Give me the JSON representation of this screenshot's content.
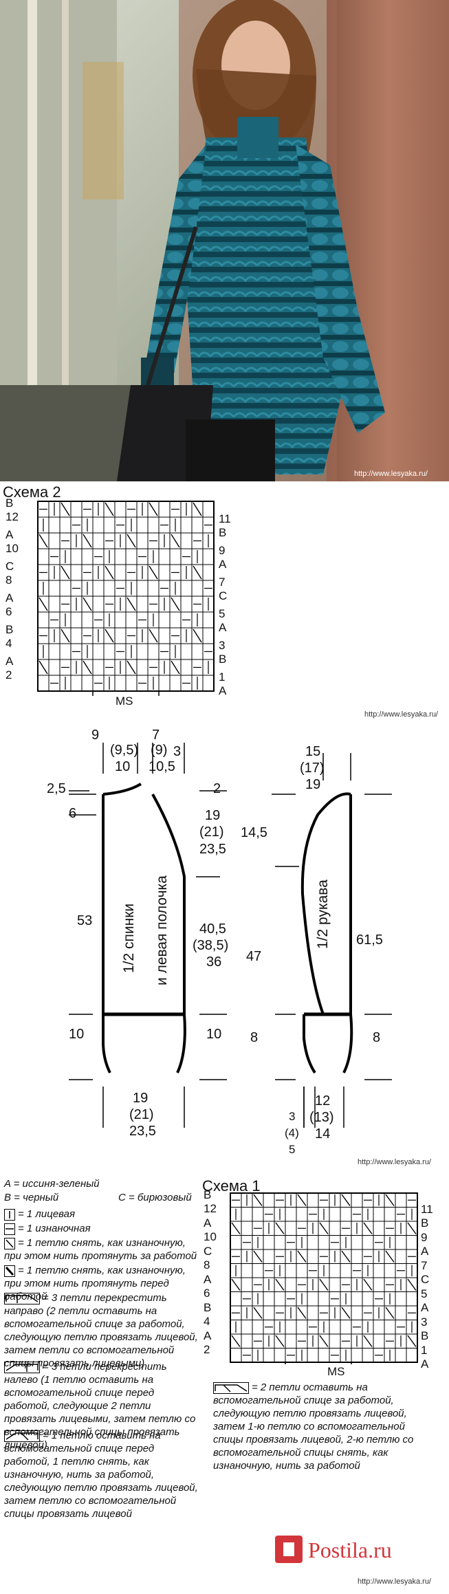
{
  "watermark": "http://www.lesyaka.ru/",
  "watermark_wide": "http://www.lesyaka.ru/",
  "scheme2": {
    "title": "Схема 2",
    "left_labels": [
      "B 12",
      "A 10",
      "C 8",
      "A 6",
      "B 4",
      "A 2"
    ],
    "right_labels": [
      "11 B",
      "9 A",
      "7 C",
      "5 A",
      "3 B",
      "1 A"
    ],
    "ms": "MS"
  },
  "pattern": {
    "body": {
      "top_left_a": "9",
      "top_left_b": "(9,5)",
      "top_left_c": "10",
      "top_mid_a": "7",
      "top_mid_b": "(9)",
      "top_mid_c": "10,5",
      "top_mid_d": "3",
      "shoulder": "2,5",
      "shoulder_r": "2",
      "neck": "6",
      "arm_a": "19",
      "arm_b": "(21)",
      "arm_c": "23,5",
      "len": "53",
      "side_a": "40,5",
      "side_b": "(38,5)",
      "side_c": "36",
      "label_a": "1/2 спинки",
      "label_b": "и левая полочка",
      "rib": "10",
      "rib_r": "10",
      "bottom_a": "19",
      "bottom_b": "(21)",
      "bottom_c": "23,5"
    },
    "sleeve": {
      "top_a": "15",
      "top_b": "(17)",
      "top_c": "19",
      "cap": "14,5",
      "len_l": "47",
      "len_r": "61,5",
      "label": "1/2 рукава",
      "cuff_l": "8",
      "cuff_r": "8",
      "bot_a": "12",
      "bot_b": "(13)",
      "bot_c": "14",
      "bot_s_a": "3",
      "bot_s_b": "(4)",
      "bot_s_c": "5"
    }
  },
  "legend": {
    "colors_a": "A = иссиня-зеленый",
    "colors_b": "B = черный",
    "colors_c": "C = бирюзовый",
    "items": [
      "= 1 лицевая",
      "= 1 изнаночная",
      "= 1 петлю снять, как изнаночную, при этом нить протянуть за работой",
      "= 1 петлю снять, как изнаночную, при этом нить протянуть перед работой",
      "= 3 петли перекрестить направо (2 петли оставить на вспомогательной спице за работой, следующую петлю провязать лицевой, затем петли со вспомогательной спицы провязать лицевыми)",
      "= 3 петли перекрестить налево (1 петлю оставить на вспомогательной спице перед работой, следующие 2 петли провязать лицевыми, затем петлю со вспомогательной спицы провязать лицевой)",
      "= 1 петлю оставить на вспомогательной спице перед работой, 1 петлю снять, как изнаночную, нить за работой, следующую петлю провязать лицевой, затем петлю со вспомогательной спицы провязать лицевой",
      "= 2 петли оставить на вспомогательной спице за работой, следующую петлю провязать лицевой, затем 1-ю петлю со вспомогательной спицы провязать лицевой, 2-ю петлю со вспомогательной спицы снять, как изнаночную, нить за работой"
    ]
  },
  "scheme1": {
    "title": "Схема 1",
    "left_labels": [
      "B 12",
      "A 10",
      "C 8",
      "A 6",
      "B 4",
      "A 2"
    ],
    "right_labels": [
      "11 B",
      "9 A",
      "7 C",
      "5 A",
      "3 B",
      "1 A"
    ],
    "ms": "MS"
  },
  "brand": "Postila.ru",
  "colors": {
    "sweater": "#1f6f82",
    "sweater_dark": "#0e3e4c",
    "wall": "#b07560",
    "brand_red": "#d2353a"
  }
}
